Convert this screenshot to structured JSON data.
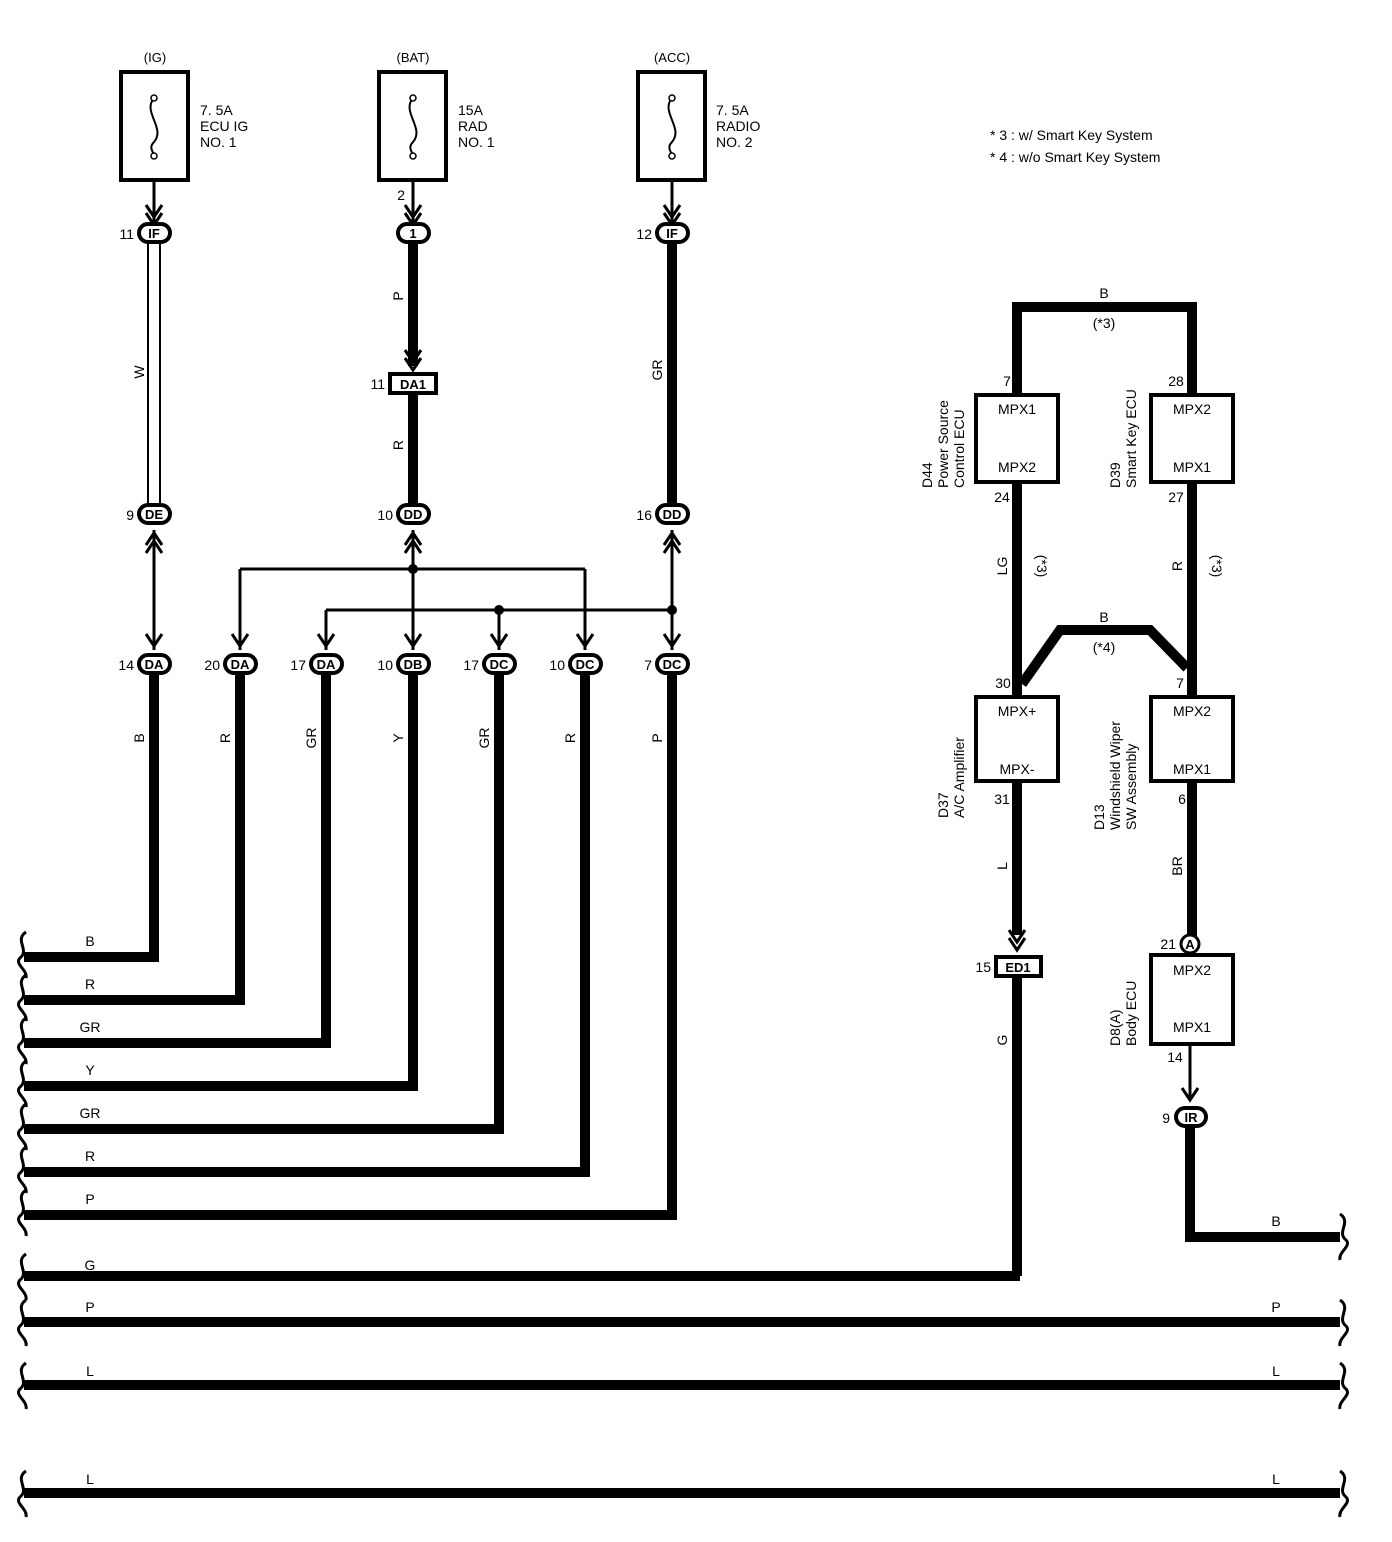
{
  "fuses": [
    {
      "source": "(IG)",
      "line1": "7. 5A",
      "line2": "ECU IG",
      "line3": "NO. 1"
    },
    {
      "source": "(BAT)",
      "line1": "15A",
      "line2": "RAD",
      "line3": "NO. 1"
    },
    {
      "source": "(ACC)",
      "line1": "7. 5A",
      "line2": "RADIO",
      "line3": "NO. 2"
    }
  ],
  "notes": [
    "* 3 : w/ Smart Key System",
    "* 4 : w/o Smart Key System"
  ],
  "top_connectors": [
    {
      "pin": "11",
      "code": "IF"
    },
    {
      "pin": "2",
      "code": "1"
    },
    {
      "pin": "12",
      "code": "IF"
    },
    {
      "pin": "11",
      "code": "DA1"
    },
    {
      "pin": "9",
      "code": "DE"
    },
    {
      "pin": "10",
      "code": "DD"
    },
    {
      "pin": "16",
      "code": "DD"
    }
  ],
  "top_wire_colors": [
    "W",
    "P",
    "R",
    "GR"
  ],
  "lower_connectors": [
    {
      "pin": "14",
      "code": "DA",
      "color": "B"
    },
    {
      "pin": "20",
      "code": "DA",
      "color": "R"
    },
    {
      "pin": "17",
      "code": "DA",
      "color": "GR"
    },
    {
      "pin": "10",
      "code": "DB",
      "color": "Y"
    },
    {
      "pin": "17",
      "code": "DC",
      "color": "GR"
    },
    {
      "pin": "10",
      "code": "DC",
      "color": "R"
    },
    {
      "pin": "7",
      "code": "DC",
      "color": "P"
    }
  ],
  "left_bus_labels": [
    "B",
    "R",
    "GR",
    "Y",
    "GR",
    "R",
    "P",
    "G",
    "P",
    "L",
    "L"
  ],
  "right_bus_labels": [
    "B",
    "P",
    "L",
    "L"
  ],
  "ecus": [
    {
      "id": "D44",
      "name1": "Power Source",
      "name2": "Control ECU",
      "top_term": "MPX1",
      "bottom_term": "MPX2",
      "top_pin": "7",
      "bottom_pin": "24"
    },
    {
      "id": "D39",
      "name1": "Smart Key ECU",
      "name2": "",
      "top_term": "MPX2",
      "bottom_term": "MPX1",
      "top_pin": "28",
      "bottom_pin": "27"
    },
    {
      "id": "D37",
      "name1": "A/C Amplifier",
      "name2": "",
      "top_term": "MPX+",
      "bottom_term": "MPX-",
      "top_pin": "30",
      "bottom_pin": "31"
    },
    {
      "id": "D13",
      "name1": "Windshield Wiper",
      "name2": "SW Assembly",
      "top_term": "MPX2",
      "bottom_term": "MPX1",
      "top_pin": "7",
      "bottom_pin": "6"
    },
    {
      "id": "D8(A)",
      "name1": "Body ECU",
      "name2": "",
      "top_term": "MPX2",
      "bottom_term": "MPX1",
      "top_pin": "21",
      "bottom_pin": "14"
    }
  ],
  "right_labels": {
    "b_top": "B",
    "note3": "(*3)",
    "lg": "LG",
    "r": "R",
    "note3a": "(*3)",
    "note3b": "(*3)",
    "b_mid": "B",
    "note4": "(*4)",
    "l": "L",
    "br": "BR",
    "g": "G",
    "ed1_pin": "15",
    "ed1_code": "ED1",
    "a_code": "A",
    "ir_pin": "9",
    "ir_code": "IR"
  }
}
